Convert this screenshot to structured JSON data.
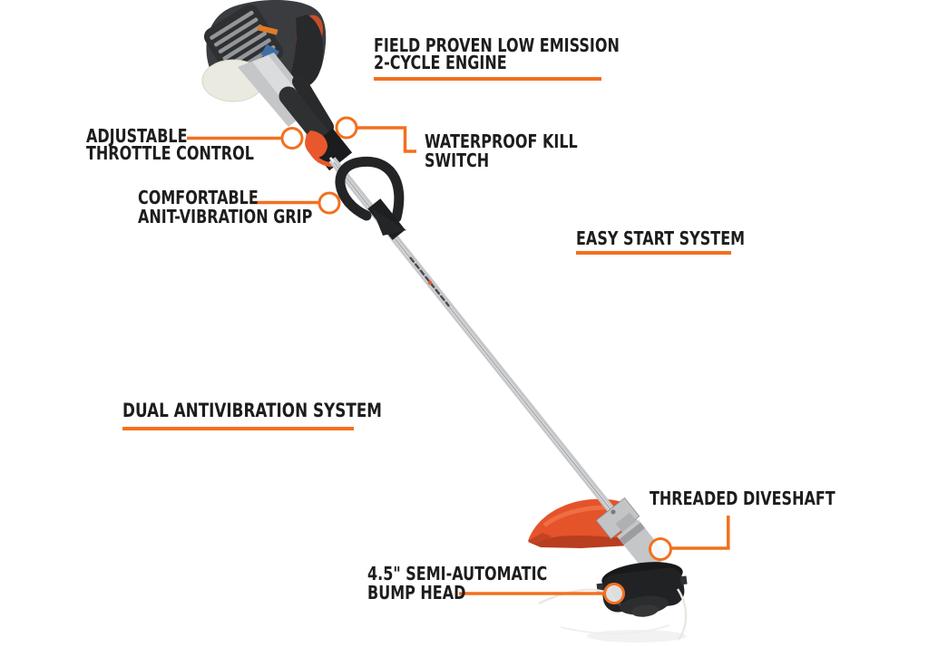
{
  "page": {
    "kind": "product-feature-diagram",
    "product": "gas 2-cycle string trimmer",
    "background": "#ffffff"
  },
  "colors": {
    "accent_orange": "#F2701E",
    "label_text": "#1D1D1D",
    "guard_orange": "#E5532B"
  },
  "diagram": {
    "callouts": [
      {
        "id": "engine",
        "lines": [
          "FIELD PROVEN LOW EMISSION",
          "2-CYCLE ENGINE"
        ],
        "underlined": true
      },
      {
        "id": "throttle",
        "lines": [
          "ADJUSTABLE",
          "THROTTLE CONTROL"
        ],
        "underlined": false
      },
      {
        "id": "kill_switch",
        "lines": [
          "WATERPROOF KILL",
          "SWITCH"
        ],
        "underlined": false
      },
      {
        "id": "grip",
        "lines": [
          "COMFORTABLE",
          "ANIT-VIBRATION GRIP"
        ],
        "underlined": false
      },
      {
        "id": "easy_start",
        "lines": [
          "EASY START SYSTEM"
        ],
        "underlined": true
      },
      {
        "id": "antivibration",
        "lines": [
          "DUAL ANTIVIBRATION SYSTEM"
        ],
        "underlined": true
      },
      {
        "id": "driveshaft",
        "lines": [
          "THREADED DIVESHAFT"
        ],
        "underlined": false
      },
      {
        "id": "bump_head",
        "lines": [
          "4.5\" SEMI-AUTOMATIC",
          "BUMP HEAD"
        ],
        "underlined": false
      }
    ]
  }
}
